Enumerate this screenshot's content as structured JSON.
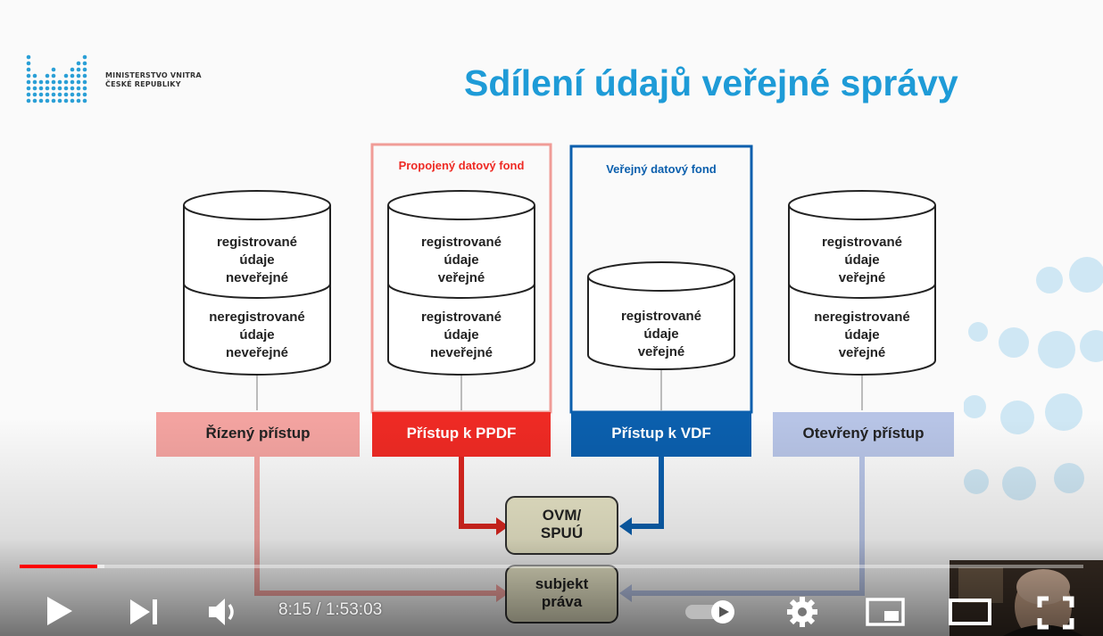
{
  "slide": {
    "logo_line1": "MINISTERSTVO VNITRA",
    "logo_line2": "ČESKÉ REPUBLIKY",
    "title": "Sdílení údajů veřejné správy",
    "ppdf_box_title": "Propojený datový fond",
    "vdf_box_title": "Veřejný datový fond",
    "db1": {
      "top": [
        "registrované",
        "údaje",
        "neveřejné"
      ],
      "bottom": [
        "neregistrované",
        "údaje",
        "neveřejné"
      ]
    },
    "db2": {
      "top": [
        "registrované",
        "údaje",
        "veřejné"
      ],
      "bottom": [
        "registrované",
        "údaje",
        "neveřejné"
      ]
    },
    "db3": {
      "single": [
        "registrované",
        "údaje",
        "veřejné"
      ]
    },
    "db4": {
      "top": [
        "registrované",
        "údaje",
        "veřejné"
      ],
      "bottom": [
        "neregistrované",
        "údaje",
        "veřejné"
      ]
    },
    "access": {
      "rizeny": "Řízený přístup",
      "ppdf": "Přístup k PPDF",
      "vdf": "Přístup k VDF",
      "otevreny": "Otevřený přístup"
    },
    "ovm": [
      "OVM/",
      "SPUÚ"
    ],
    "subjekt": [
      "subjekt",
      "práva"
    ],
    "colors": {
      "title_blue": "#1e9bd7",
      "ppdf_red": "#ee2a24",
      "vdf_blue": "#0b5fad",
      "rizeny_pink": "#f3a3a0",
      "otevreny_lavender": "#b7c4e6",
      "box_fill": "#e9e6c8"
    }
  },
  "player": {
    "current_time": "8:15",
    "separator": " / ",
    "duration": "1:53:03",
    "progress_fraction": 0.073,
    "buffered_fraction": 0.08
  }
}
